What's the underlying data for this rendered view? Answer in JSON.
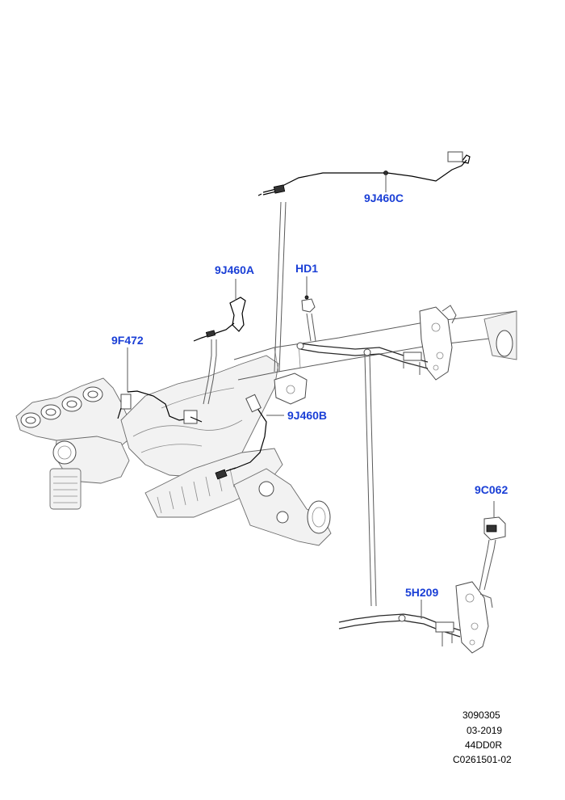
{
  "callouts": {
    "c1": "9J460C",
    "c2": "9J460A",
    "c3": "HD1",
    "c4": "9F472",
    "c5": "9J460B",
    "c6": "9C062",
    "c7": "5H209"
  },
  "reference": {
    "line1": "3090305",
    "line2": "03-2019",
    "line3": "44DD0R",
    "line4": "C0261501-02"
  }
}
